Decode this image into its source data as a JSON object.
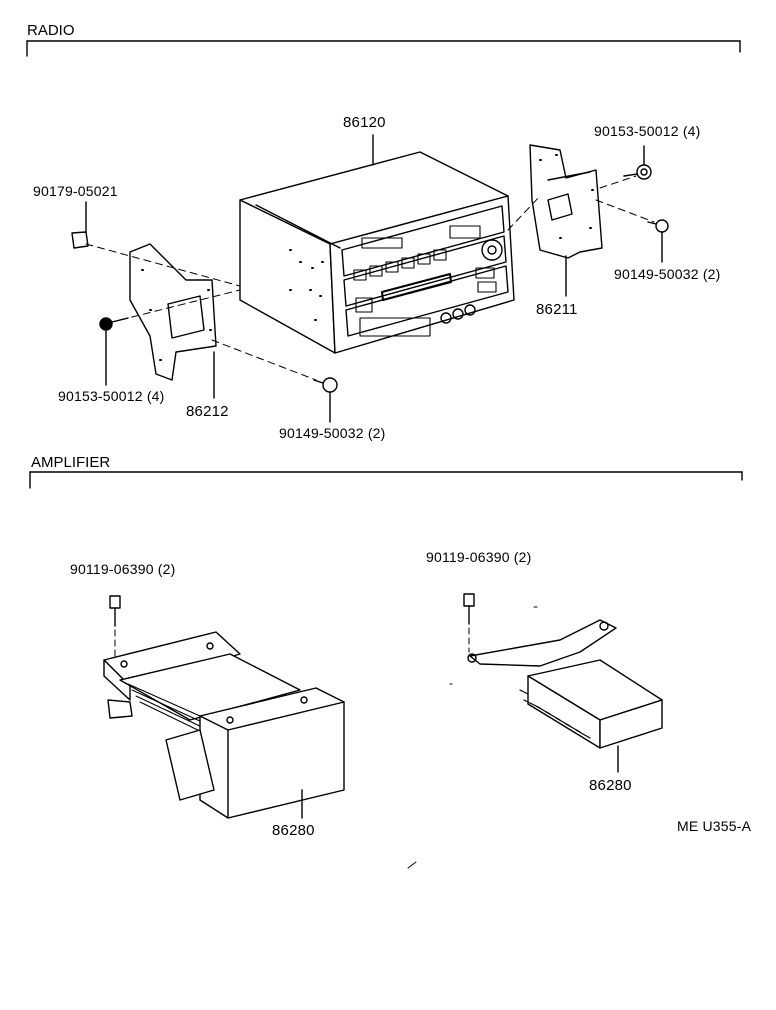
{
  "sections": {
    "radio": "RADIO",
    "amplifier": "AMPLIFIER"
  },
  "radio_parts": {
    "head_unit": "86120",
    "clip": "90179-05021",
    "screw_top_right": "90153-50012 (4)",
    "screw_left": "90153-50012 (4)",
    "bolt_right": "90149-50032 (2)",
    "bolt_bottom": "90149-50032 (2)",
    "bracket_right": "86211",
    "bracket_left": "86212"
  },
  "amplifier_parts": {
    "bolt_left": "90119-06390 (2)",
    "bolt_right": "90119-06390 (2)",
    "amp_left": "86280",
    "amp_right": "86280"
  },
  "reference_code": "ME U355-A"
}
